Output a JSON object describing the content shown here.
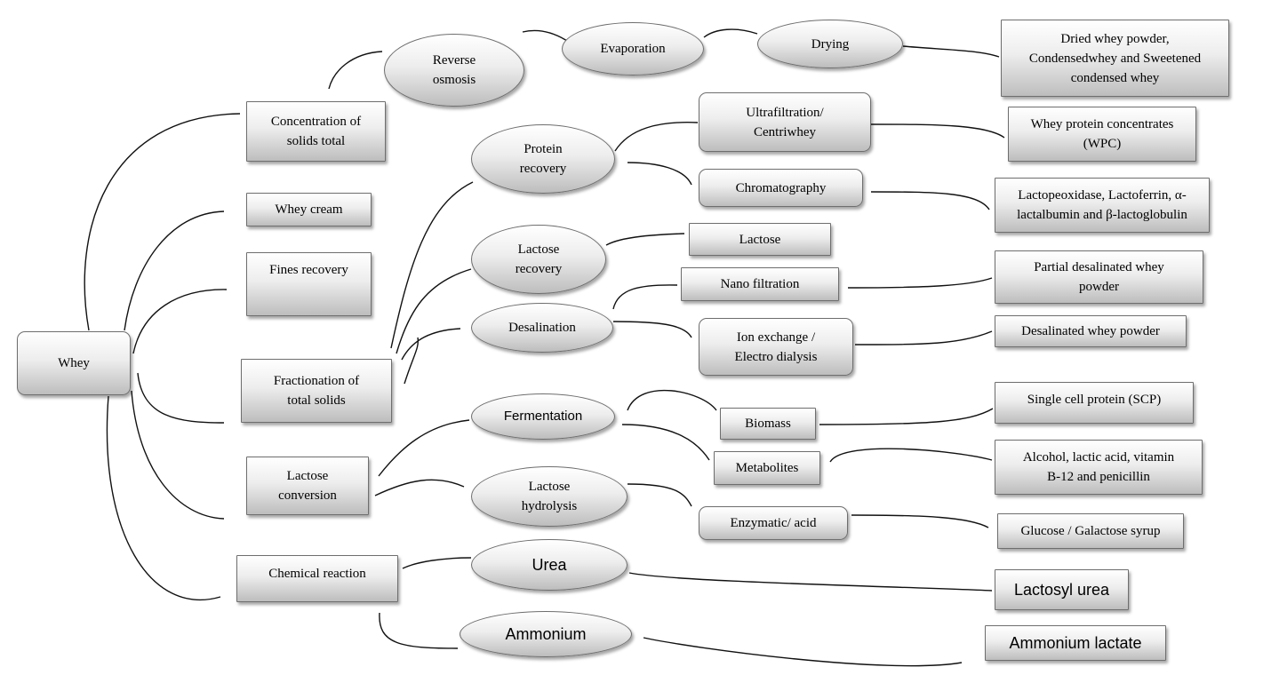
{
  "root": "Whey",
  "methods": {
    "concentration": "Concentration of\nsolids total",
    "whey_cream": "Whey cream",
    "fines": "Fines recovery",
    "fractionation": "Fractionation of\ntotal solids",
    "lactose_conversion": "Lactose\nconversion",
    "chemical": "Chemical reaction"
  },
  "processes": {
    "reverse_osmosis": "Reverse\nosmosis",
    "evaporation": "Evaporation",
    "drying": "Drying",
    "protein_recovery": "Protein\nrecovery",
    "lactose_recovery": "Lactose\nrecovery",
    "desalination": "Desalination",
    "fermentation": "Fermentation",
    "lactose_hydrolysis": "Lactose\nhydrolysis",
    "urea": "Urea",
    "ammonium": "Ammonium"
  },
  "techniques": {
    "ultrafiltration": "Ultrafiltration/\nCentriwhey",
    "chromatography": "Chromatography",
    "lactose": "Lactose",
    "nano": "Nano filtration",
    "ion_exchange": "Ion exchange /\nElectro dialysis",
    "biomass": "Biomass",
    "metabolites": "Metabolites",
    "enzymatic": "Enzymatic/ acid"
  },
  "products": {
    "dried_whey": "Dried whey powder,\nCondensedwhey and Sweetened\ncondensed whey",
    "wpc": "Whey protein concentrates\n(WPC)",
    "lactoperoxidase": "Lactopeoxidase, Lactoferrin, α-\nlactalbumin and β-lactoglobulin",
    "partial_desalinated": "Partial desalinated whey\npowder",
    "desalinated": "Desalinated whey powder",
    "scp": "Single cell protein (SCP)",
    "alcohol": "Alcohol, lactic acid, vitamin\nB-12 and penicillin",
    "glucose": "Glucose / Galactose syrup",
    "lactosyl_urea": "Lactosyl urea",
    "ammonium_lactate": "Ammonium lactate"
  }
}
